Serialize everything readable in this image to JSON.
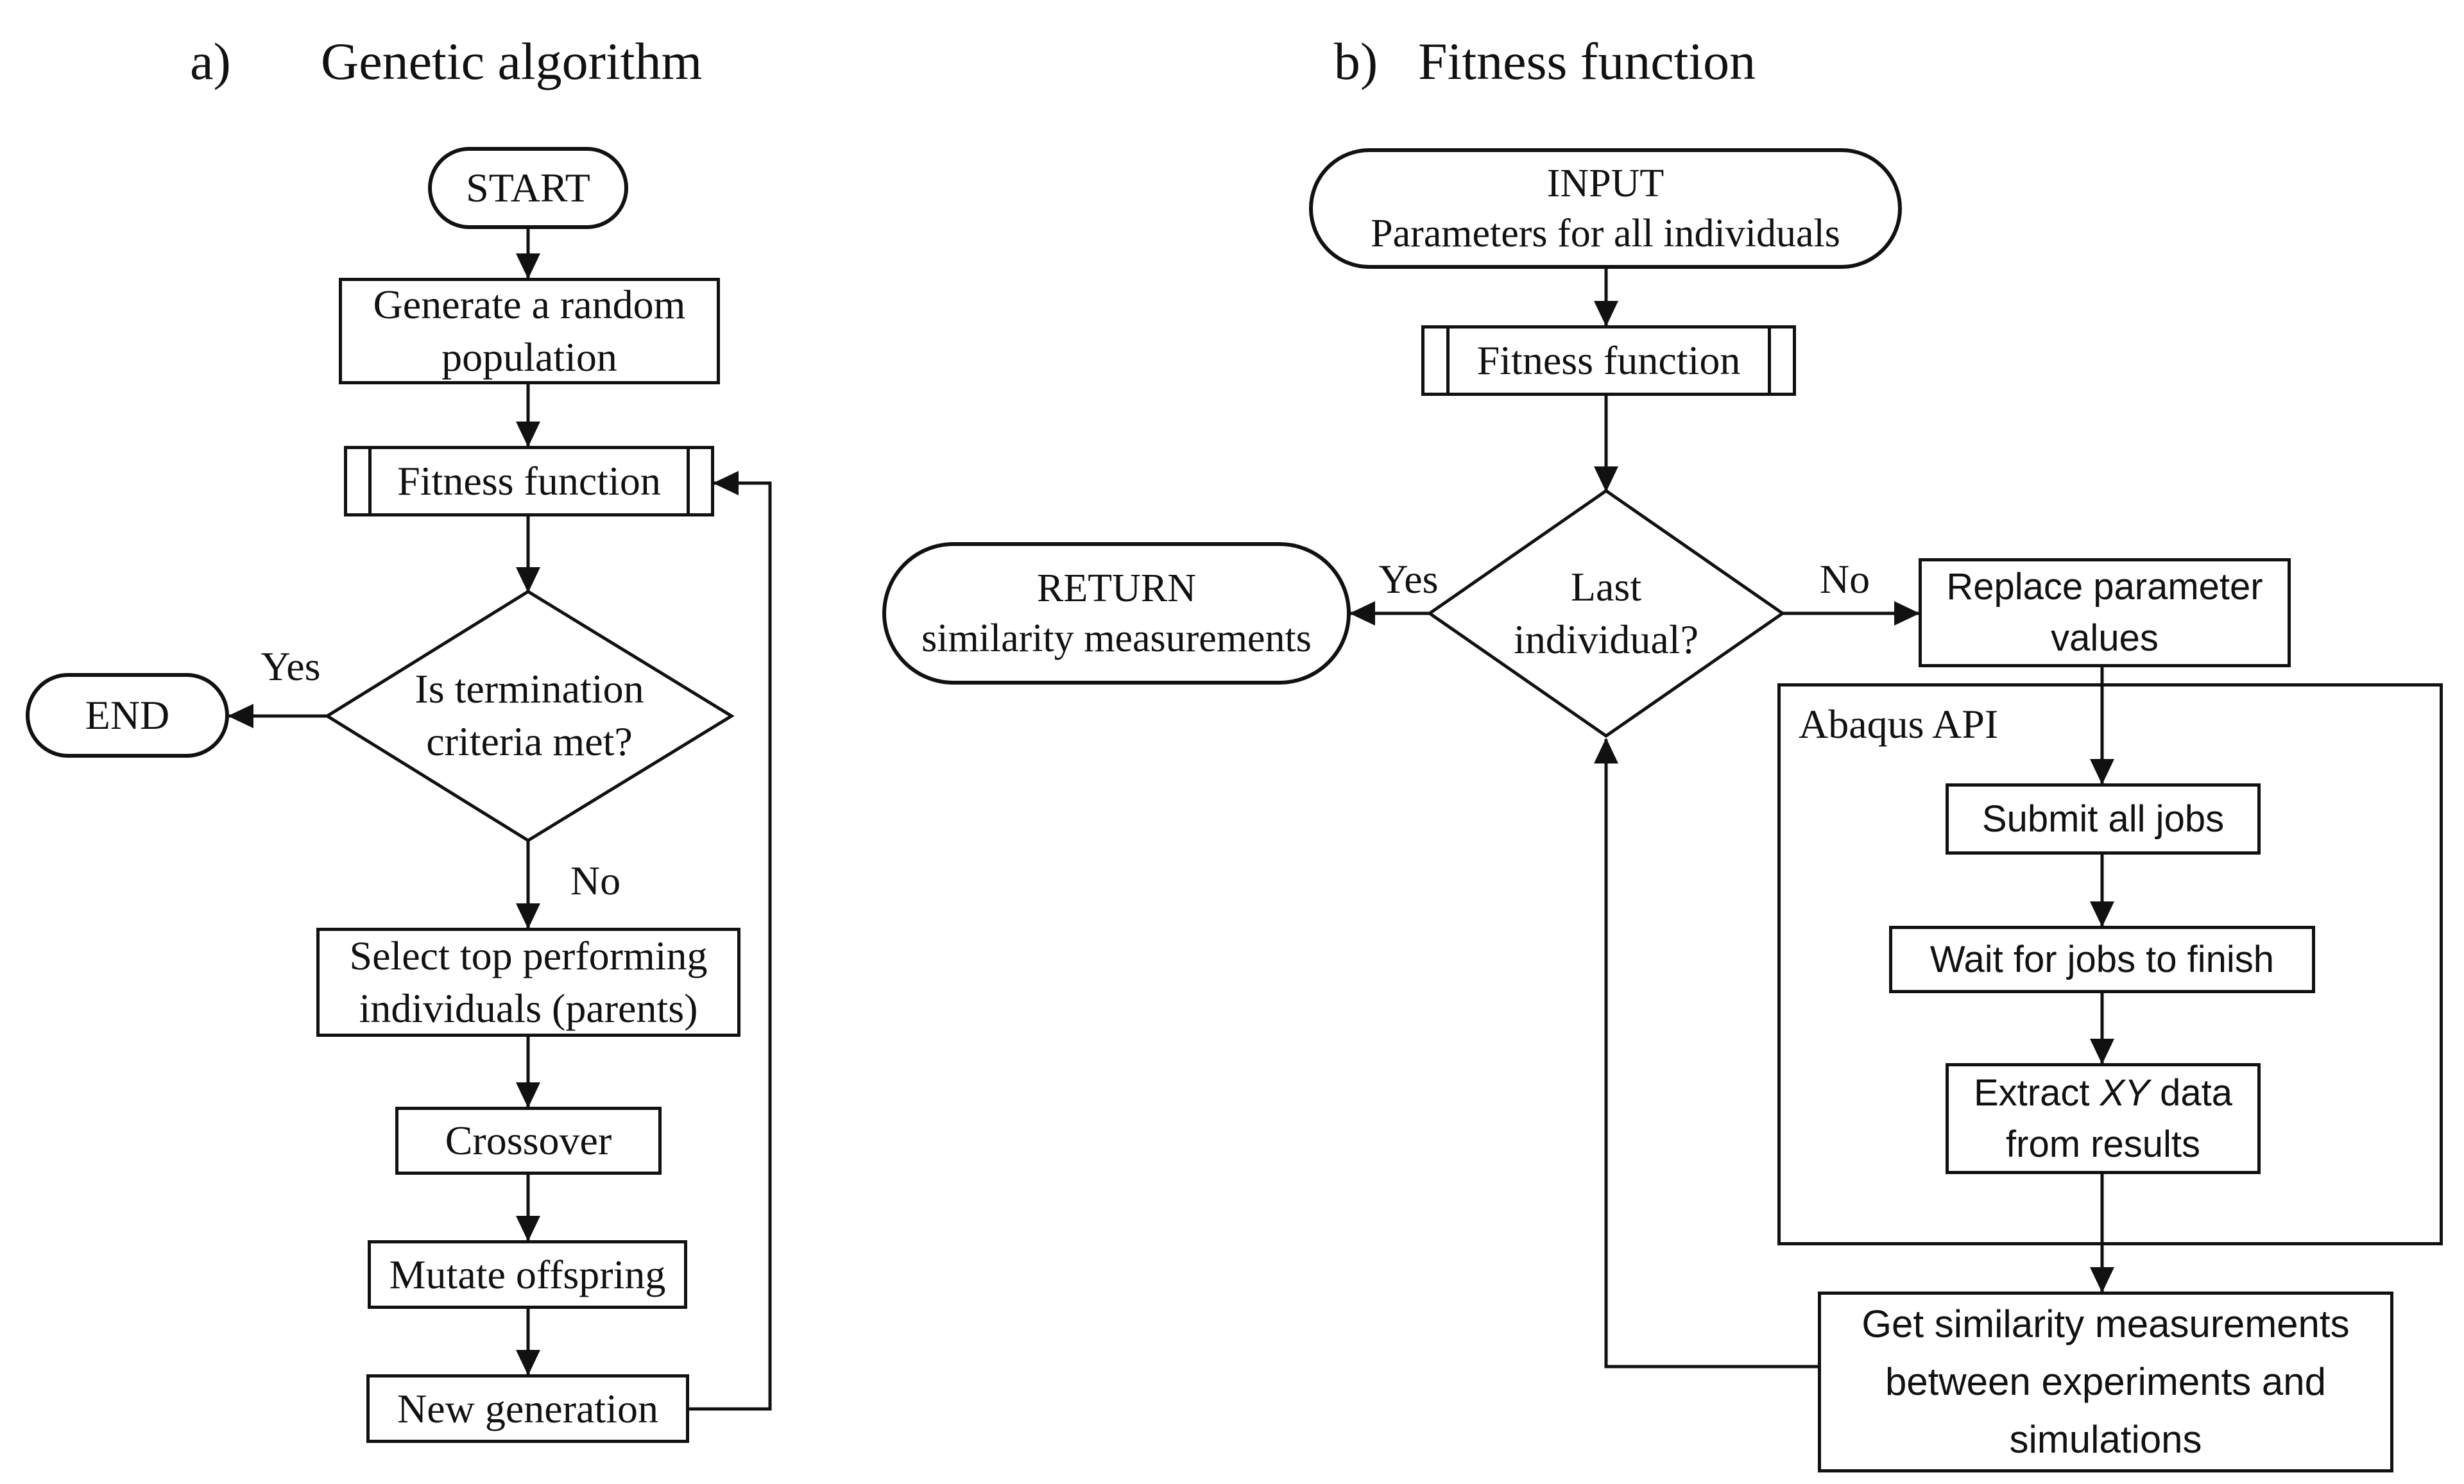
{
  "figure": {
    "panel_a": {
      "label": "a)",
      "title": "Genetic algorithm",
      "start": "START",
      "generate_line1": "Generate a random",
      "generate_line2": "population",
      "fitness": "Fitness function",
      "decision_line1": "Is termination",
      "decision_line2": "criteria met?",
      "yes_label": "Yes",
      "no_label": "No",
      "end": "END",
      "select_line1": "Select top performing",
      "select_line2": "individuals (parents)",
      "crossover": "Crossover",
      "mutate": "Mutate offspring",
      "new_generation": "New generation"
    },
    "panel_b": {
      "label": "b)",
      "title": "Fitness function",
      "input_line1": "INPUT",
      "input_line2": "Parameters for all individuals",
      "fitness": "Fitness function",
      "decision_line1": "Last",
      "decision_line2": "individual?",
      "yes_label": "Yes",
      "no_label": "No",
      "return_line1": "RETURN",
      "return_line2": "similarity measurements",
      "replace_line1": "Replace parameter",
      "replace_line2": "values",
      "container_label": "Abaqus API",
      "submit": "Submit all jobs",
      "wait": "Wait for jobs to finish",
      "extract_pre": "Extract ",
      "extract_xy": "XY",
      "extract_post": " data",
      "extract_line2": "from results",
      "get_sim_line1": "Get similarity measurements",
      "get_sim_line2": "between experiments and",
      "get_sim_line3": "simulations"
    },
    "colors": {
      "ink": "#111111",
      "background": "#ffffff"
    }
  }
}
